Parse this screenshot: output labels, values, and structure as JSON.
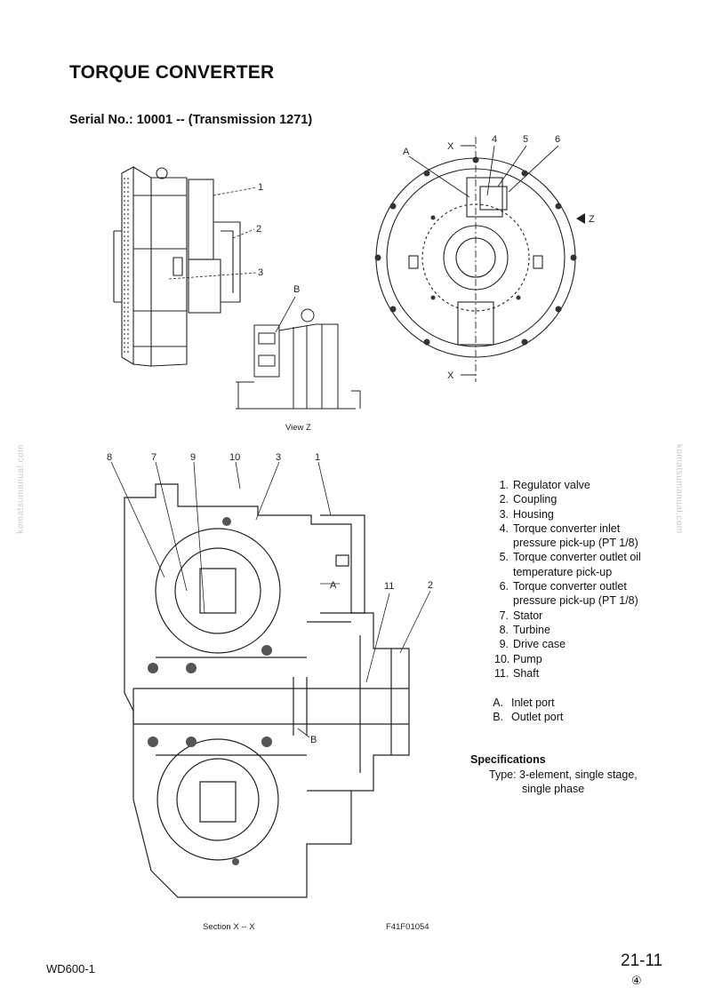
{
  "title": "TORQUE CONVERTER",
  "serial": "Serial No.: 10001 -- (Transmission 1271)",
  "figure_top": {
    "callouts": [
      "1",
      "2",
      "3",
      "B",
      "A",
      "4",
      "5",
      "6"
    ],
    "section_mark": "X",
    "view_mark": "Z",
    "view_caption": "View Z"
  },
  "figure_section": {
    "callouts": [
      "8",
      "7",
      "9",
      "10",
      "3",
      "1",
      "11",
      "2",
      "A",
      "B"
    ],
    "caption": "Section X -- X",
    "figure_id": "F41F01054"
  },
  "legend": [
    {
      "num": "1.",
      "text": "Regulator valve"
    },
    {
      "num": "2.",
      "text": "Coupling"
    },
    {
      "num": "3.",
      "text": "Housing"
    },
    {
      "num": "4.",
      "text": "Torque converter inlet",
      "text2": "pressure pick-up (PT 1/8)"
    },
    {
      "num": "5.",
      "text": "Torque converter outlet oil",
      "text2": "temperature pick-up"
    },
    {
      "num": "6.",
      "text": "Torque converter outlet",
      "text2": "pressure pick-up (PT 1/8)"
    },
    {
      "num": "7.",
      "text": "Stator"
    },
    {
      "num": "8.",
      "text": "Turbine"
    },
    {
      "num": "9.",
      "text": "Drive case"
    },
    {
      "num": "10.",
      "text": "Pump"
    },
    {
      "num": "11.",
      "text": "Shaft"
    }
  ],
  "ports": [
    {
      "num": "A.",
      "text": "Inlet port"
    },
    {
      "num": "B.",
      "text": "Outlet port"
    }
  ],
  "specifications": {
    "title": "Specifications",
    "line1": "Type: 3-element, single stage,",
    "line2": "single phase"
  },
  "footer": {
    "model": "WD600-1",
    "page": "21-11",
    "badge": "④"
  },
  "watermark": "komatsumanual.com"
}
